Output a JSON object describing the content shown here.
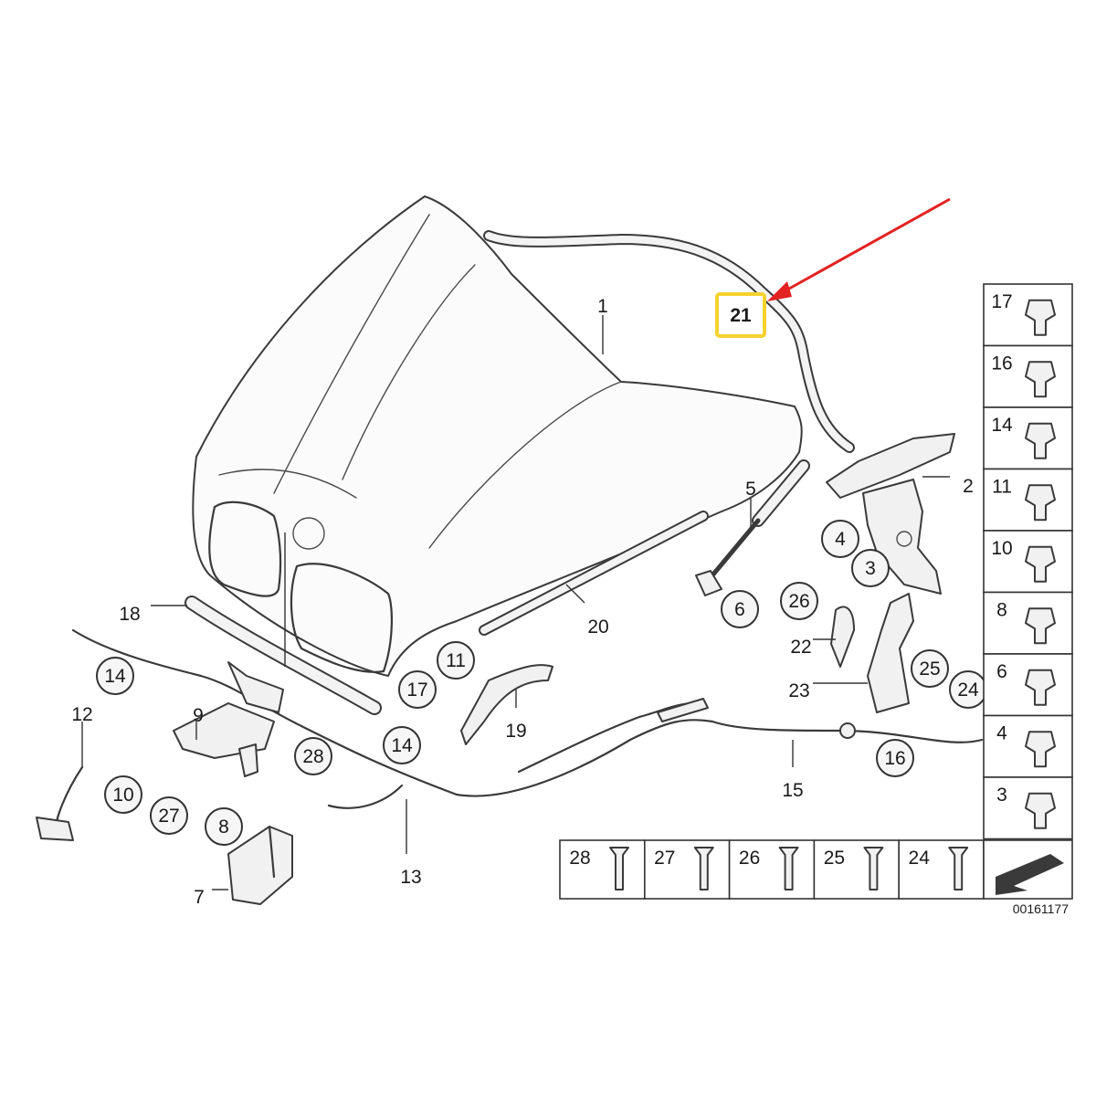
{
  "highlight": {
    "label": "21",
    "box_color": "#f5d22e",
    "arrow_color": "#e32222"
  },
  "reference_number": "00161177",
  "callouts_plain": [
    {
      "id": "1"
    },
    {
      "id": "2"
    },
    {
      "id": "5"
    },
    {
      "id": "18"
    },
    {
      "id": "20"
    },
    {
      "id": "12"
    },
    {
      "id": "9"
    },
    {
      "id": "19"
    },
    {
      "id": "15"
    },
    {
      "id": "22"
    },
    {
      "id": "23"
    },
    {
      "id": "13"
    },
    {
      "id": "7"
    }
  ],
  "callouts_circled": [
    {
      "id": "4"
    },
    {
      "id": "3"
    },
    {
      "id": "6"
    },
    {
      "id": "26"
    },
    {
      "id": "25"
    },
    {
      "id": "24"
    },
    {
      "id": "11"
    },
    {
      "id": "17"
    },
    {
      "id": "14"
    },
    {
      "id": "14"
    },
    {
      "id": "28"
    },
    {
      "id": "10"
    },
    {
      "id": "27"
    },
    {
      "id": "8"
    },
    {
      "id": "16"
    }
  ],
  "legend_right": [
    "17",
    "16",
    "14",
    "11",
    "10",
    "8",
    "6",
    "4",
    "3"
  ],
  "legend_bottom": [
    "28",
    "27",
    "26",
    "25",
    "24"
  ]
}
